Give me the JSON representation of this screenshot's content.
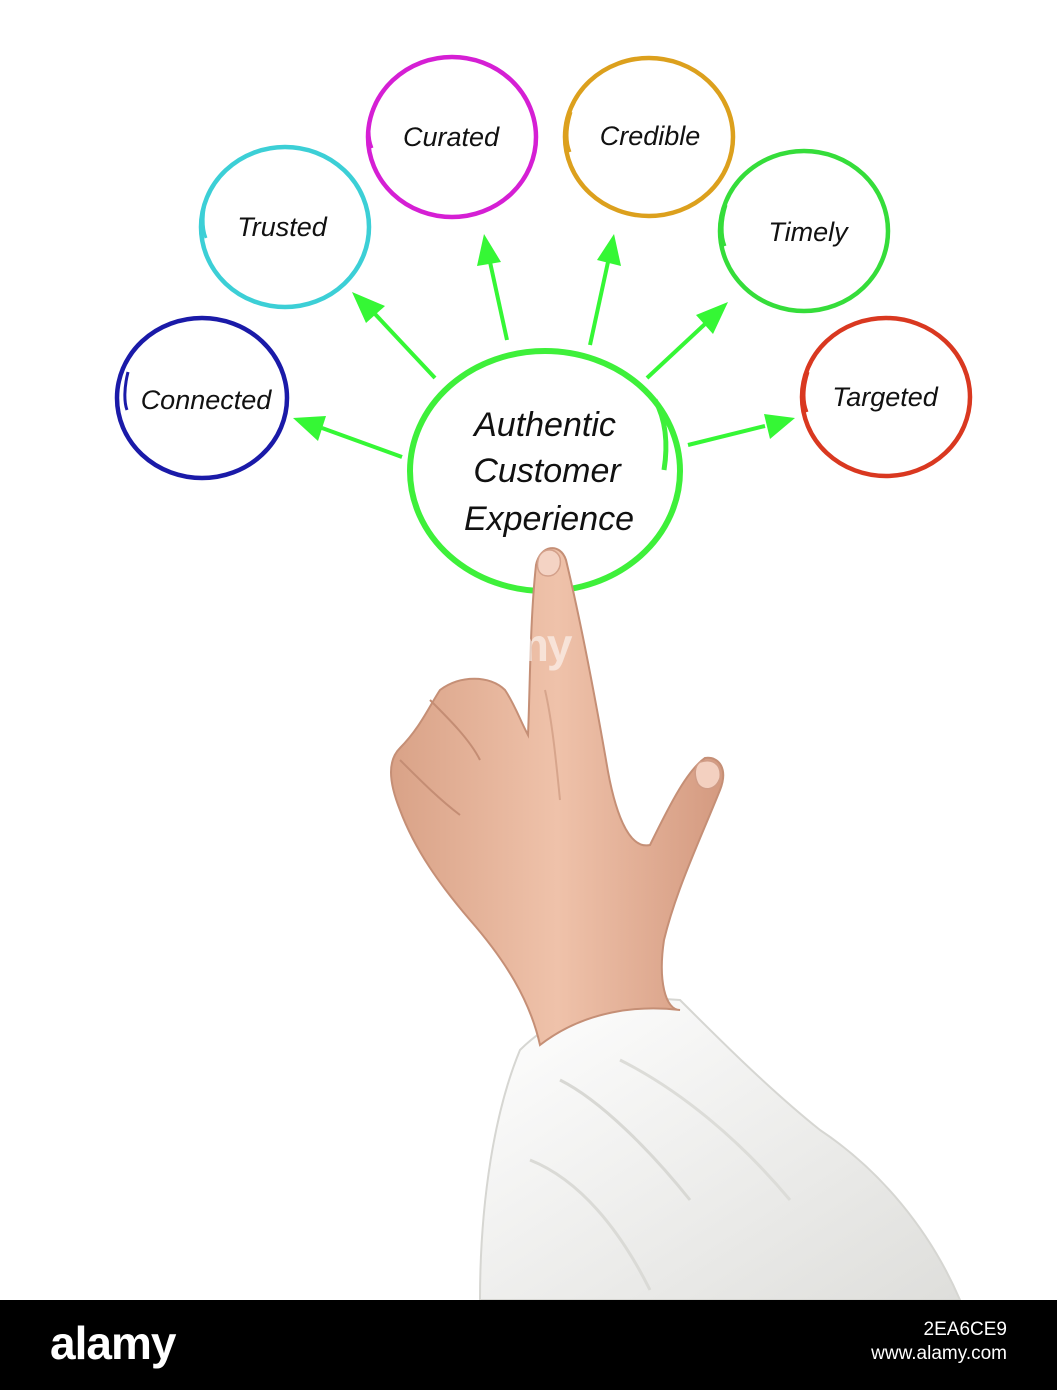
{
  "diagram": {
    "hub": {
      "lines": [
        "Authentic",
        "Customer",
        "Experience"
      ],
      "color": "#3ef03a"
    },
    "nodes": [
      {
        "label": "Connected",
        "color": "#1a1aa8"
      },
      {
        "label": "Trusted",
        "color": "#3ccfd6"
      },
      {
        "label": "Curated",
        "color": "#d51fd4"
      },
      {
        "label": "Credible",
        "color": "#dca01d"
      },
      {
        "label": "Timely",
        "color": "#35dd3a"
      },
      {
        "label": "Targeted",
        "color": "#d93820"
      }
    ],
    "arrow_color": "#35f735"
  },
  "photo": {
    "subject": "hand-pointing-up",
    "sleeve_color": "#f2f2f0",
    "skin_color": "#e9b9a0"
  },
  "watermark": {
    "text": "my"
  },
  "footer": {
    "brand": "alamy",
    "image_id_line1": "2EA6CE9",
    "image_id_line2": "www.alamy.com",
    "background": "#000000"
  }
}
